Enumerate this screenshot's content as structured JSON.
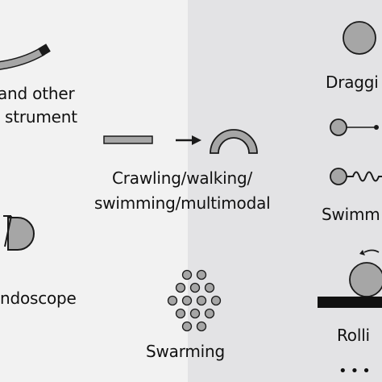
{
  "labels": {
    "catheter_line1": "and other",
    "catheter_line2": "strument",
    "endoscope": "ndoscope",
    "crawling_line1": "Crawling/walking/",
    "crawling_line2": "swimming/multimodal",
    "swarming": "Swarming",
    "dragging": "Draggi",
    "swimming": "Swimm",
    "rolling": "Rolli",
    "ellipsis": "•••"
  },
  "icons": [
    "catheter-icon",
    "endoscope-capsule-icon",
    "rod-icon",
    "arrow-right-icon",
    "arc-robot-icon",
    "swarm-dots-icon",
    "dragging-sphere-icon",
    "tethered-sphere-icon",
    "helical-tail-icon",
    "rolling-sphere-icon",
    "rotation-arrow-icon",
    "ground-bar-icon"
  ],
  "colors": {
    "left_panel": "#f2f2f2",
    "right_panel": "#e3e3e5",
    "shape_fill": "#a6a6a6",
    "stroke": "#1a1a1a"
  }
}
